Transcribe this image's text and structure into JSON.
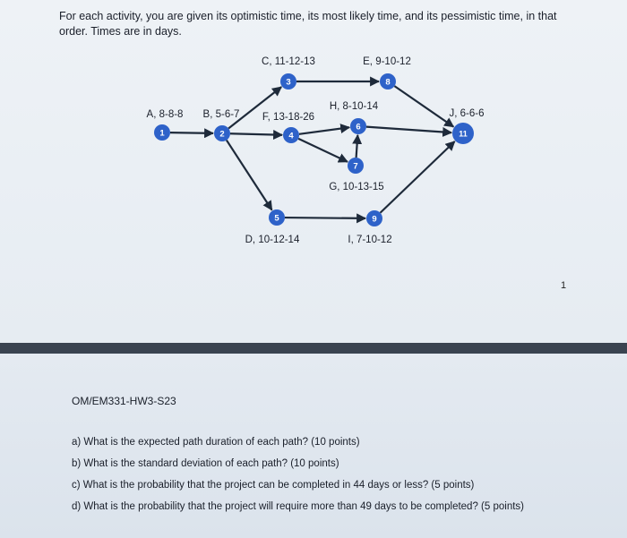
{
  "intro_text": "For each activity, you are given its optimistic time, its most likely time, and its pessimistic time, in that order. Times are in days.",
  "network": {
    "nodes": [
      {
        "id": "1",
        "label": "A, 8-8-8"
      },
      {
        "id": "2",
        "label": "B, 5-6-7"
      },
      {
        "id": "3",
        "label": "C, 11-12-13"
      },
      {
        "id": "4",
        "label": "F, 13-18-26"
      },
      {
        "id": "5",
        "label": "D, 10-12-14"
      },
      {
        "id": "6",
        "label": "H, 8-10-14"
      },
      {
        "id": "7",
        "label": "G, 10-13-15"
      },
      {
        "id": "8",
        "label": "E, 9-10-12"
      },
      {
        "id": "9",
        "label": "I, 7-10-12"
      },
      {
        "id": "11",
        "label": "J, 6-6-6"
      }
    ],
    "edges": [
      [
        "1",
        "2"
      ],
      [
        "2",
        "3"
      ],
      [
        "2",
        "4"
      ],
      [
        "2",
        "5"
      ],
      [
        "3",
        "8"
      ],
      [
        "8",
        "11"
      ],
      [
        "4",
        "6"
      ],
      [
        "4",
        "7"
      ],
      [
        "6",
        "11"
      ],
      [
        "7",
        "6"
      ],
      [
        "5",
        "9"
      ],
      [
        "9",
        "11"
      ]
    ],
    "node_color": "#2e62c9"
  },
  "page_number": "1",
  "course_code": "OM/EM331-HW3-S23",
  "questions": [
    "a) What is the expected path duration of each path? (10 points)",
    "b) What is the standard deviation of each path? (10 points)",
    "c) What is the probability that the project can be completed in 44 days or less? (5 points)",
    "d) What is the probability that the project will require more than 49 days to be completed? (5 points)"
  ]
}
